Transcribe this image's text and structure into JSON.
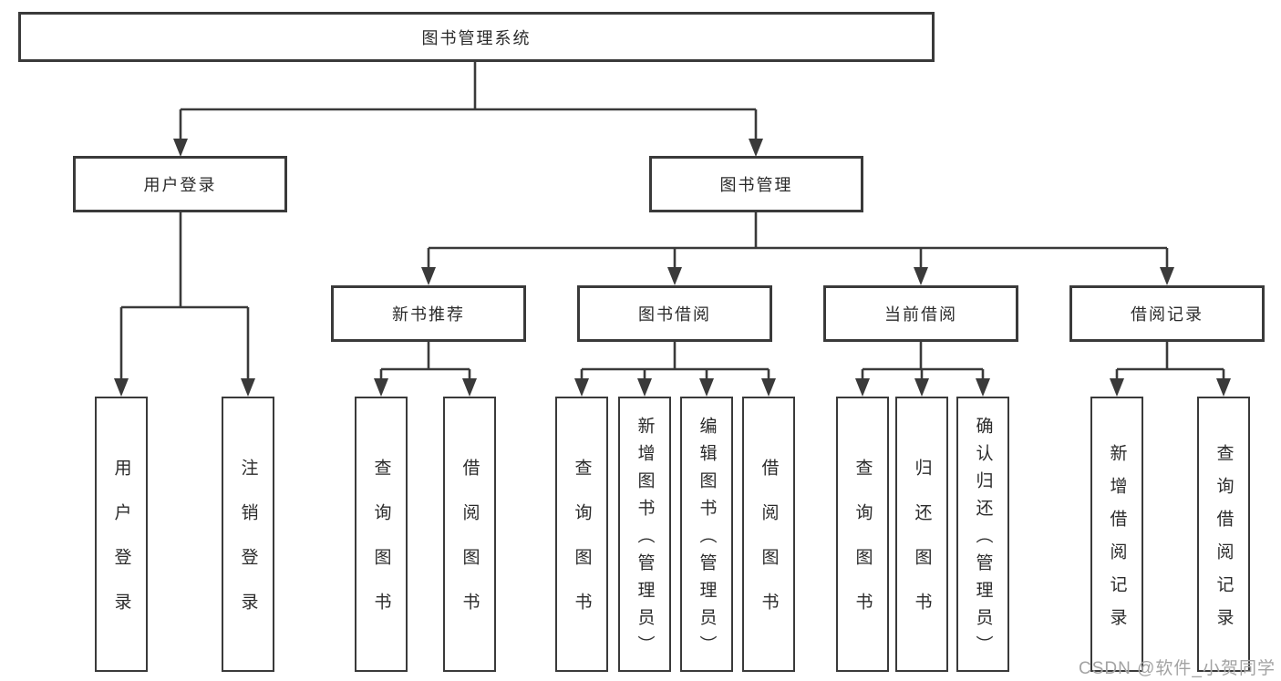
{
  "tree": {
    "root": "图书管理系统",
    "level2": [
      {
        "label": "用户登录",
        "leaves": [
          "用户登录",
          "注销登录"
        ]
      },
      {
        "label": "图书管理"
      }
    ],
    "level3": [
      {
        "label": "新书推荐",
        "leaves": [
          "查询图书",
          "借阅图书"
        ]
      },
      {
        "label": "图书借阅",
        "leaves": [
          "查询图书",
          "新增图书（管理员）",
          "编辑图书（管理员）",
          "借阅图书"
        ]
      },
      {
        "label": "当前借阅",
        "leaves": [
          "查询图书",
          "归还图书",
          "确认归还（管理员）"
        ]
      },
      {
        "label": "借阅记录",
        "leaves": [
          "新增借阅记录",
          "查询借阅记录"
        ]
      }
    ]
  },
  "watermark": "CSDN @软件_小贺同学",
  "colors": {
    "line": "#3a3a3a",
    "text": "#2b2b2b",
    "watermark": "#a3a3a3"
  }
}
